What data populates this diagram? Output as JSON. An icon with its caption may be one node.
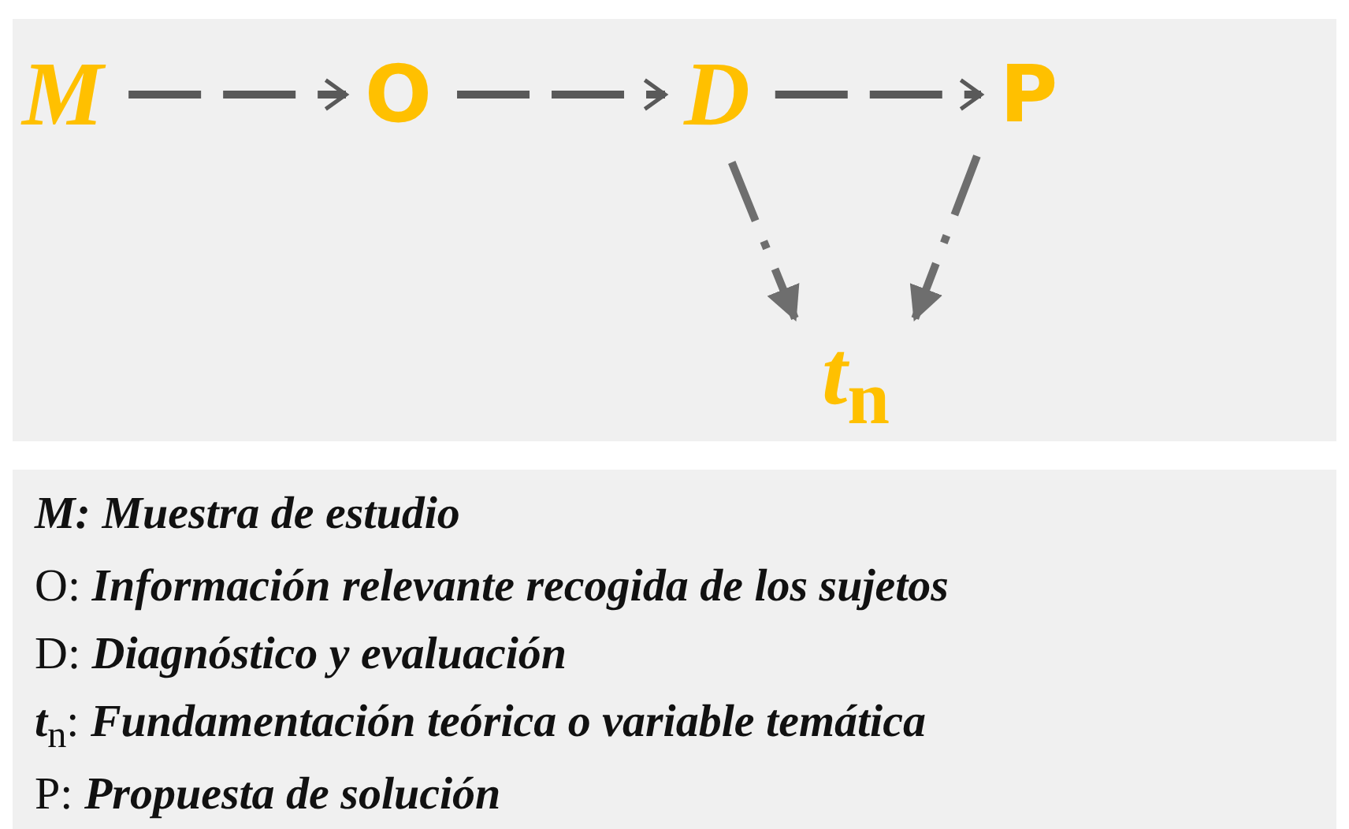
{
  "diagram": {
    "nodes": [
      {
        "text": [
          "M"
        ]
      },
      {
        "text": [
          "O"
        ]
      },
      {
        "text": [
          "D"
        ]
      },
      {
        "text": [
          "P"
        ]
      },
      {
        "text": [
          "*t*$_{n}$"
        ]
      }
    ],
    "edges": [
      {
        "from": 0,
        "to": 1,
        "arrow": "to",
        "style": "dashed"
      },
      {
        "from": 1,
        "to": 2,
        "arrow": "to",
        "style": "dashed"
      },
      {
        "from": 2,
        "to": 3,
        "arrow": "to",
        "style": "dashed"
      },
      {
        "from": 2,
        "to": 4,
        "arrow": "to",
        "style": "dashed"
      },
      {
        "from": 3,
        "to": 4,
        "arrow": "to",
        "style": "dashed"
      }
    ],
    "labels": [
      "M: Muestra de estudio",
      "O: *Información relevante recogida de los sujetos*",
      "D: *Diagnóstico y evaluación*",
      "*t*$_{n}$: *Fundamentación teórica o variable temática*",
      "P: *Propuesta de solución*"
    ]
  }
}
